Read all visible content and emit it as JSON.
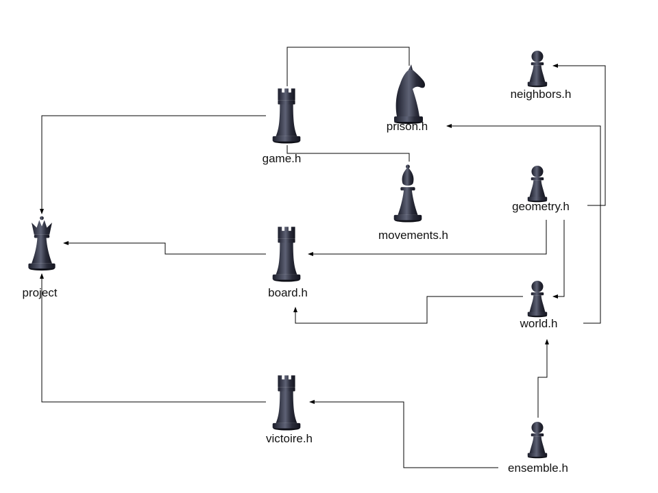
{
  "colors": {
    "background": "#ffffff",
    "edge": "#000000",
    "piece_dark": "#1c1e2b",
    "piece_light": "#5e6275",
    "label": "#111111"
  },
  "nodes": [
    {
      "id": "project",
      "label": "project",
      "icon": "queen-piece-icon"
    },
    {
      "id": "game",
      "label": "game.h",
      "icon": "rook-piece-icon"
    },
    {
      "id": "prison",
      "label": "prison.h",
      "icon": "knight-piece-icon"
    },
    {
      "id": "neighbors",
      "label": "neighbors.h",
      "icon": "pawn-piece-icon"
    },
    {
      "id": "movements",
      "label": "movements.h",
      "icon": "bishop-piece-icon"
    },
    {
      "id": "geometry",
      "label": "geometry.h",
      "icon": "pawn-piece-icon"
    },
    {
      "id": "board",
      "label": "board.h",
      "icon": "rook-piece-icon"
    },
    {
      "id": "world",
      "label": "world.h",
      "icon": "pawn-piece-icon"
    },
    {
      "id": "victoire",
      "label": "victoire.h",
      "icon": "rook-piece-icon"
    },
    {
      "id": "ensemble",
      "label": "ensemble.h",
      "icon": "pawn-piece-icon"
    }
  ],
  "edges": [
    {
      "from": "game",
      "to": "project"
    },
    {
      "from": "game",
      "to": "prison"
    },
    {
      "from": "game",
      "to": "movements"
    },
    {
      "from": "board",
      "to": "project"
    },
    {
      "from": "victoire",
      "to": "project"
    },
    {
      "from": "geometry",
      "to": "neighbors"
    },
    {
      "from": "geometry",
      "to": "board"
    },
    {
      "from": "geometry",
      "to": "world"
    },
    {
      "from": "world",
      "to": "board"
    },
    {
      "from": "world",
      "to": "prison"
    },
    {
      "from": "ensemble",
      "to": "world"
    },
    {
      "from": "ensemble",
      "to": "victoire"
    }
  ]
}
